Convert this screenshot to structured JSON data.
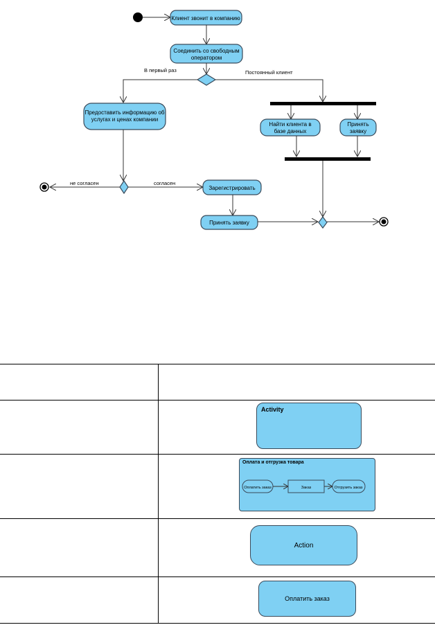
{
  "diagram": {
    "nodes": {
      "client_calls": "Клиент звонит в компанию",
      "connect_line1": "Соединить со свободным",
      "connect_line2": "оператором",
      "provide_line1": "Предоставить информацию об",
      "provide_line2": "услугах и ценах компании",
      "find_line1": "Найти клиента в",
      "find_line2": "базе данных",
      "accept_line1": "Принять",
      "accept_line2": "заявку",
      "register": "Зарегистрировать",
      "accept_request": "Принять заявку"
    },
    "edges": {
      "first_time": "В первый раз",
      "regular_client": "Постоянный клиент",
      "disagree": "не согласен",
      "agree": "согласен"
    }
  },
  "legend": {
    "activity": "Activity",
    "partition_title": "Оплата и отгрузка товара",
    "pay_order": "Оплатить заказ",
    "order": "Заказ",
    "ship_order": "Отгрузить заказ",
    "action": "Action",
    "pay_order_action": "Оплатить заказ"
  },
  "colors": {
    "fill": "#7fd0f3",
    "stroke": "#3a4a5a",
    "bar": "#000000"
  }
}
